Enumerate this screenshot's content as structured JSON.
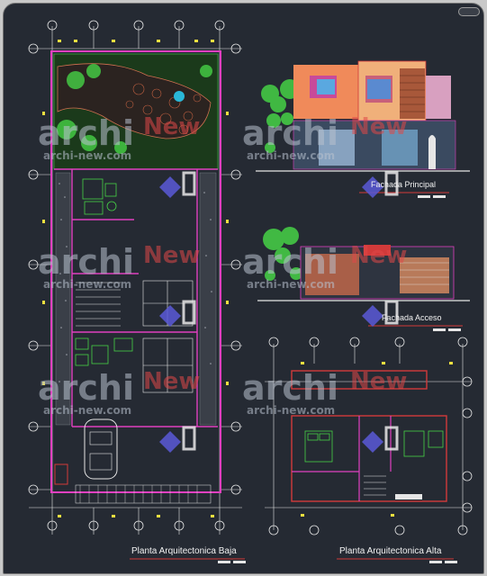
{
  "watermark": {
    "brand": "archi",
    "suffix": "New",
    "url": "archi-new.com"
  },
  "drawing": {
    "plan_lower_title": "Planta Arquitectonica Baja",
    "plan_upper_title": "Planta Arquitectonica Alta",
    "facade_main_title": "Fachada Principal",
    "facade_access_title": "Fachada Acceso"
  },
  "colors": {
    "canvas": "#252a33",
    "wall_magenta": "#e040c0",
    "wall_red": "#d23a3a",
    "axis_white": "#e6e6e6",
    "dim_yellow": "#f0e040",
    "hatch_green": "#46d246",
    "stair_cyan": "#58d8e8"
  }
}
